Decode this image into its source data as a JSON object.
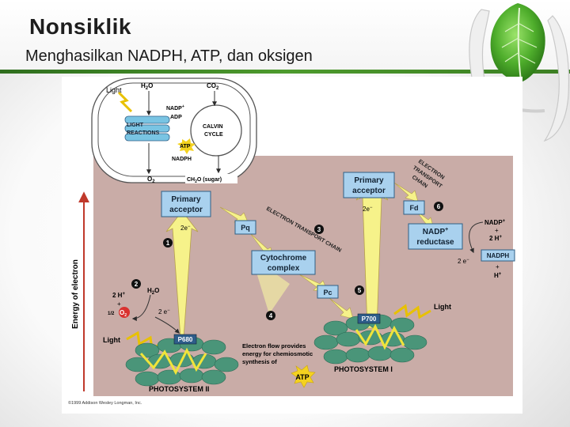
{
  "slide": {
    "title": "Nonsiklik",
    "subtitle": "Menghasilkan NADPH, ATP, dan oksigen"
  },
  "overview": {
    "light": "Light",
    "h2o": "H",
    "h2o_sub": "2",
    "h2o_tail": "O",
    "co2": "CO",
    "co2_sub": "2",
    "nadp": "NADP",
    "nadp_sup": "+",
    "adp": "ADP",
    "light_reactions_1": "LIGHT",
    "light_reactions_2": "REACTIONS",
    "calvin_1": "CALVIN",
    "calvin_2": "CYCLE",
    "atp": "ATP",
    "nadph": "NADPH",
    "o2": "O",
    "o2_sub": "2",
    "sugar": "CH",
    "sugar_sub": "2",
    "sugar_tail": "O (sugar)"
  },
  "diagram": {
    "y_axis_label": "Energy of electron",
    "primary_acceptor_1_line1": "Primary",
    "primary_acceptor_1_line2": "acceptor",
    "primary_acceptor_2_line1": "Primary",
    "primary_acceptor_2_line2": "acceptor",
    "two_e_1": "2e",
    "two_e_2": "2e",
    "etc_1_label": "ELECTRON TRANSPORT CHAIN",
    "etc_2_label_line1": "ELECTRON",
    "etc_2_label_line2": "TRANSPORT",
    "etc_2_label_line3": "CHAIN",
    "pq": "Pq",
    "cytochrome_line1": "Cytochrome",
    "cytochrome_line2": "complex",
    "pc": "Pc",
    "fd": "Fd",
    "nadp_reductase_line1": "NADP",
    "nadp_reductase_sup": "+",
    "nadp_reductase_line2": "reductase",
    "nadp_plus": "NADP",
    "plus_sign": "+",
    "two_h_plus_right": "2 H",
    "nadph": "NADPH",
    "two_e_right": "2 e",
    "h_plus_right": "H",
    "two_h_plus_left": "2 H",
    "plus_left": "+",
    "half_o2_half": "1",
    "half_o2_o": "O",
    "half_o2_sub": "2",
    "h2o": "H",
    "h2o_sub": "2",
    "h2o_tail": "O",
    "two_e_left": "2 e",
    "light_left": "Light",
    "light_right": "Light",
    "p680": "P680",
    "p700": "P700",
    "photosystem_2": "PHOTOSYSTEM II",
    "photosystem_1": "PHOTOSYSTEM I",
    "flow_text_1": "Electron flow provides",
    "flow_text_2": "energy for chemiosmotic",
    "flow_text_3": "synthesis of",
    "atp": "ATP",
    "step_1": "1",
    "step_2": "2",
    "step_3": "3",
    "step_4": "4",
    "step_5": "5",
    "step_6": "6",
    "copyright": "©1999 Addison Wesley Longman, Inc."
  },
  "colors": {
    "accent_green": "#3f8a26",
    "panel_pink": "#c9aca7",
    "box_blue": "#a9d1ee",
    "box_border": "#2f5f86",
    "thylakoid_green": "#4a9579",
    "arrow_yellow": "#f6f28a",
    "atp_yellow": "#f4d21f",
    "o2_red": "#d9322f"
  }
}
